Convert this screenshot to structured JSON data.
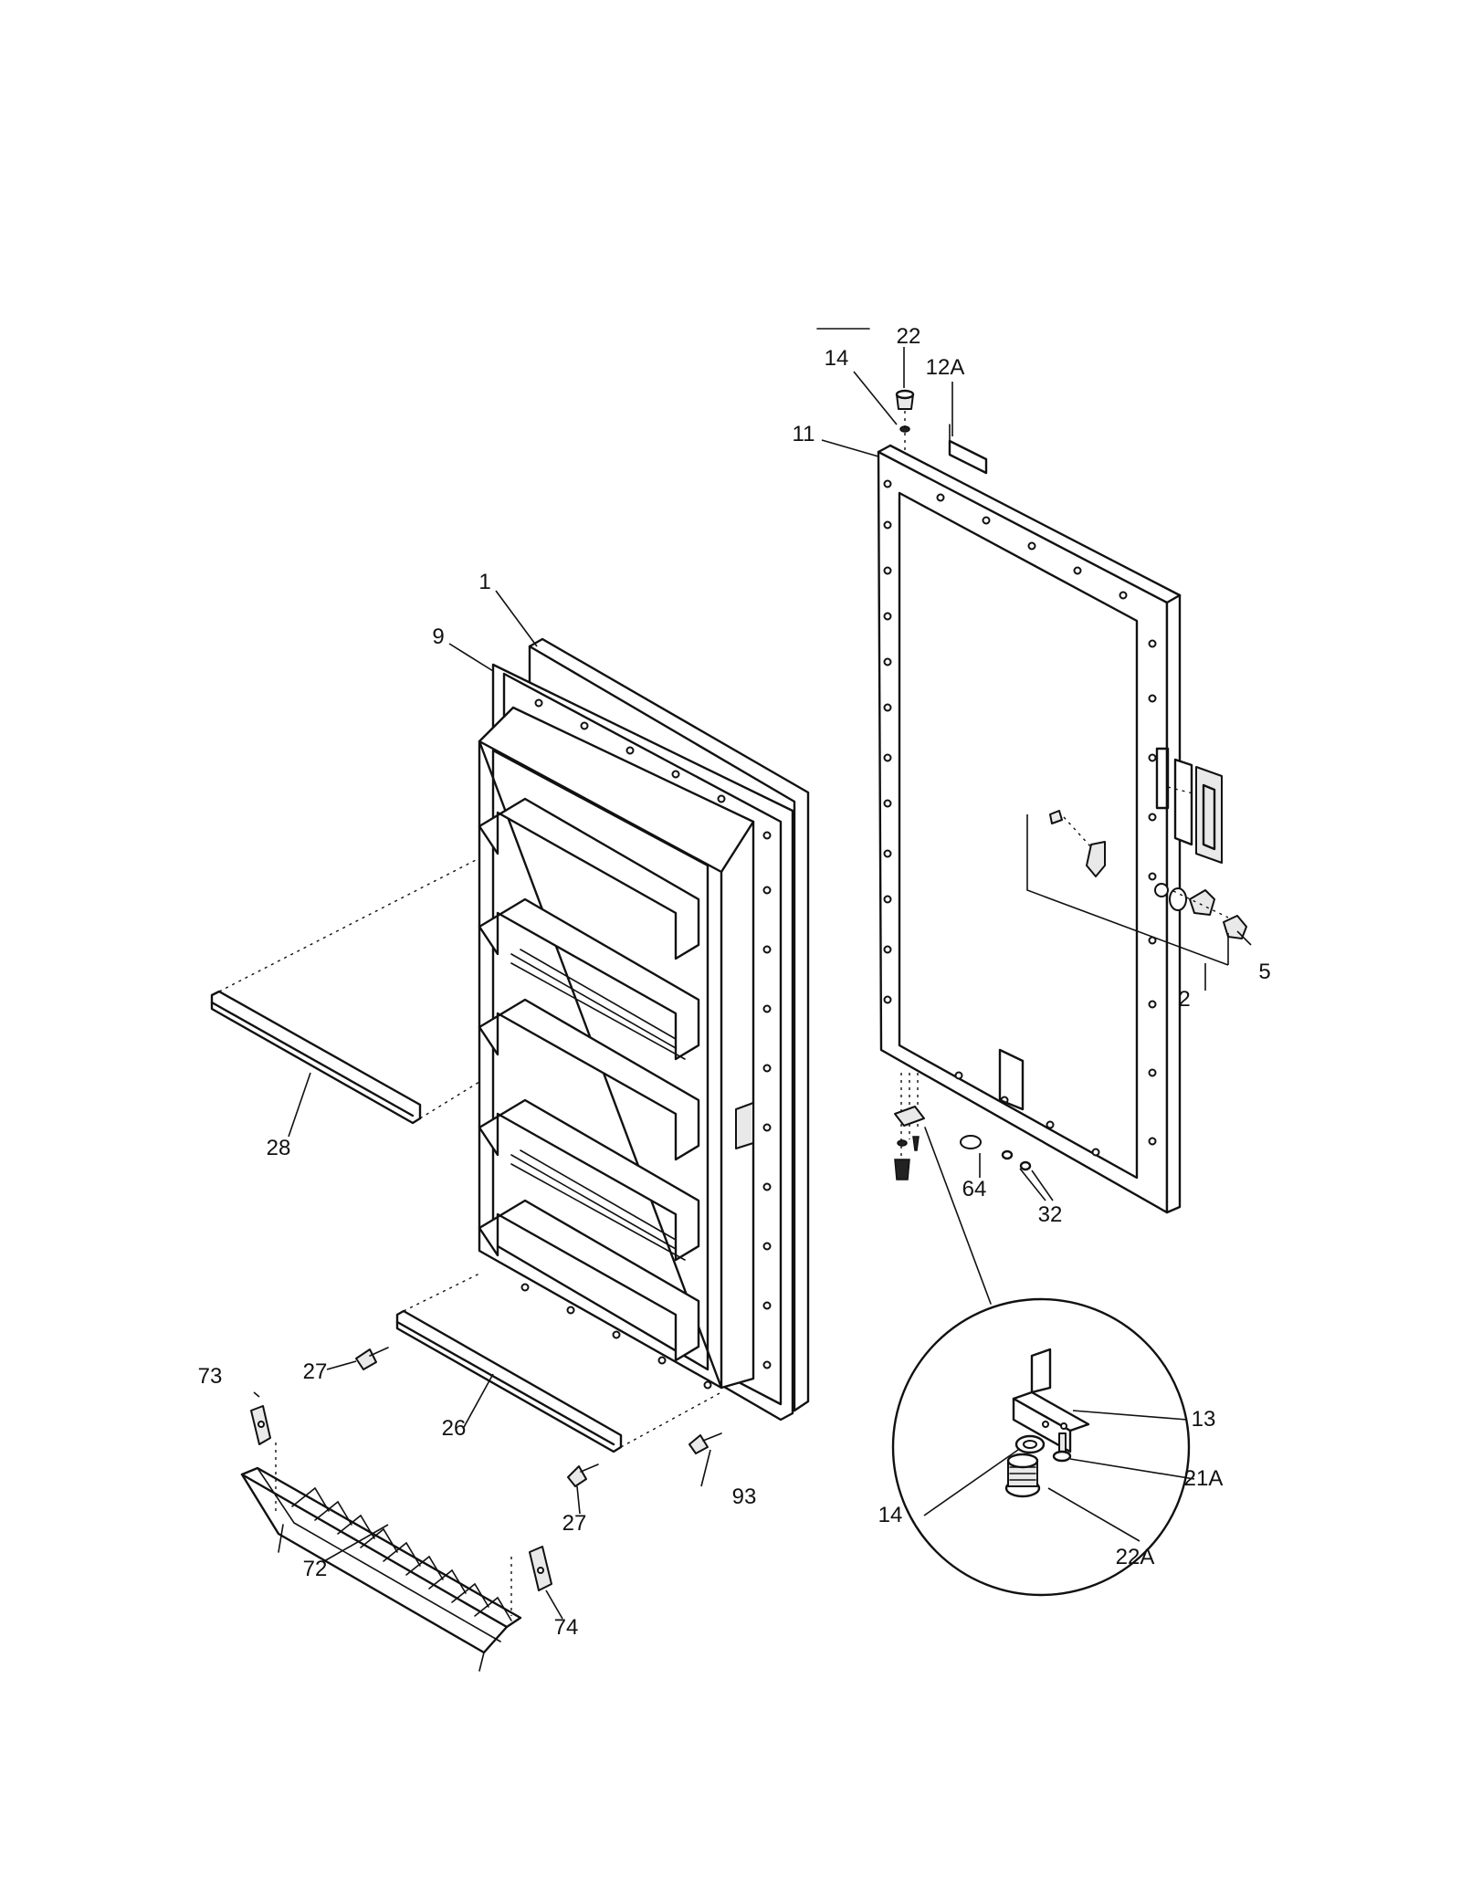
{
  "diagram": {
    "parts": [
      {
        "id": "p22_top",
        "label": "22"
      },
      {
        "id": "p14_top",
        "label": "14"
      },
      {
        "id": "p12A",
        "label": "12A"
      },
      {
        "id": "p11",
        "label": "11"
      },
      {
        "id": "p1",
        "label": "1"
      },
      {
        "id": "p9",
        "label": "9"
      },
      {
        "id": "p5",
        "label": "5"
      },
      {
        "id": "p2",
        "label": "2"
      },
      {
        "id": "p28",
        "label": "28"
      },
      {
        "id": "p64",
        "label": "64"
      },
      {
        "id": "p32",
        "label": "32"
      },
      {
        "id": "p13",
        "label": "13"
      },
      {
        "id": "p27_upper",
        "label": "27"
      },
      {
        "id": "p73",
        "label": "73"
      },
      {
        "id": "p26",
        "label": "26"
      },
      {
        "id": "p21A",
        "label": "21A"
      },
      {
        "id": "p27_lower",
        "label": "27"
      },
      {
        "id": "p93",
        "label": "93"
      },
      {
        "id": "p14_detail",
        "label": "14"
      },
      {
        "id": "p22A",
        "label": "22A"
      },
      {
        "id": "p72",
        "label": "72"
      },
      {
        "id": "p74",
        "label": "74"
      }
    ]
  }
}
